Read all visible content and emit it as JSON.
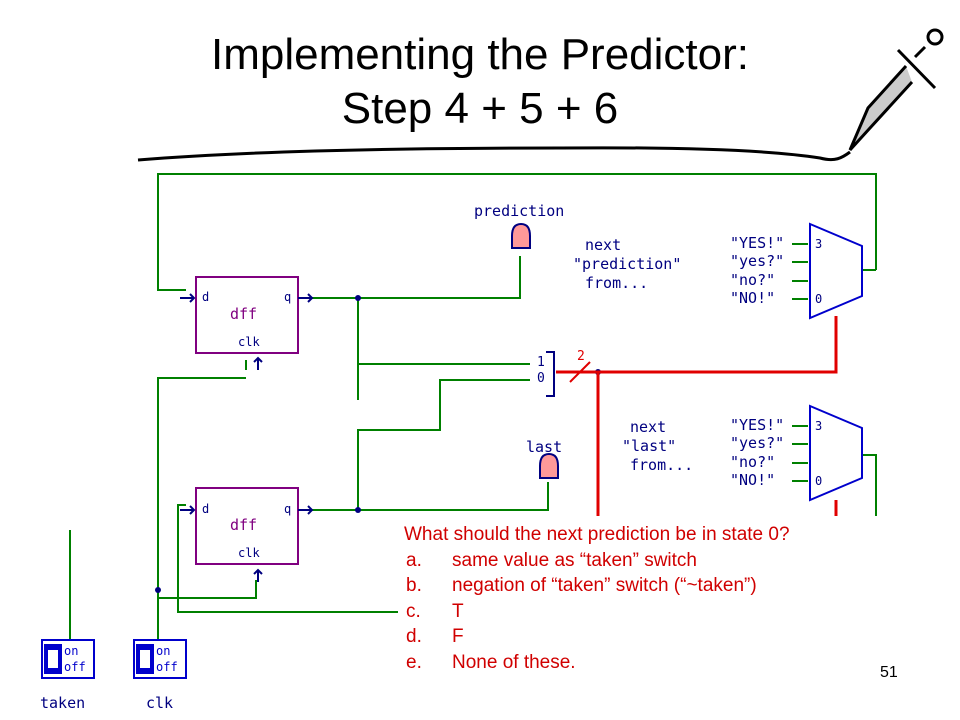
{
  "slide": {
    "title_line1": "Implementing the Predictor:",
    "title_line2": "Step 4 + 5 + 6",
    "page_number": "51"
  },
  "circuit": {
    "dff_top": {
      "name": "dff",
      "d": "d",
      "q": "q",
      "clk": "clk"
    },
    "dff_bottom": {
      "name": "dff",
      "d": "d",
      "q": "q",
      "clk": "clk"
    },
    "prediction_label": "prediction",
    "last_label": "last",
    "mux_top_note": [
      "next",
      "\"prediction\"",
      "from..."
    ],
    "mux_bottom_note": [
      "next",
      "\"last\"",
      "from..."
    ],
    "mux_top_inputs": [
      "\"YES!\"",
      "\"yes?\"",
      "\"no?\"",
      "\"NO!\""
    ],
    "mux_bottom_inputs": [
      "\"YES!\"",
      "\"yes?\"",
      "\"no?\"",
      "\"NO!\""
    ],
    "mux_top_sel": [
      "3",
      "0"
    ],
    "mux_bottom_sel": [
      "3",
      "0"
    ],
    "bus_bits": [
      "1",
      "0"
    ],
    "bus_width": "2",
    "switches": [
      {
        "label": "taken",
        "on": "on",
        "off": "off"
      },
      {
        "label": "clk",
        "on": "on",
        "off": "off"
      }
    ],
    "colors": {
      "wire": "#008000",
      "bus": "#e00000",
      "dff": "#800080",
      "mux": "#0000cc",
      "probe": "#ff9999"
    }
  },
  "question": {
    "text": "What should the next prediction be in state 0?",
    "options": [
      {
        "letter": "a.",
        "text": "same value as “taken” switch"
      },
      {
        "letter": "b.",
        "text": "negation of “taken” switch (“~taken”)"
      },
      {
        "letter": "c.",
        "text": "T"
      },
      {
        "letter": "d.",
        "text": "F"
      },
      {
        "letter": "e.",
        "text": "None of these."
      }
    ]
  }
}
